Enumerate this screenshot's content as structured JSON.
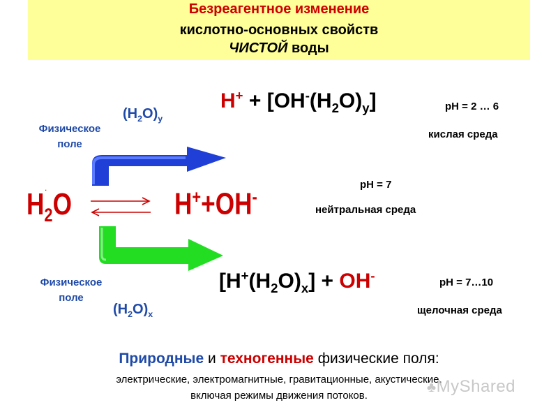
{
  "title": {
    "line1": "Безреагентное изменение",
    "line2": "кислотно-основных свойств",
    "line3_bold": "ЧИСТОЙ",
    "line3_rest": " воды"
  },
  "top_reaction": {
    "h": "H",
    "h_sup": "+",
    "plus": " + [OH",
    "oh_sup": "-",
    "paren_open": "(H",
    "two": "2",
    "o_close": "O)",
    "y": "y",
    "bracket_close": "]"
  },
  "top_cluster": {
    "open": "(H",
    "two": "2",
    "close": "O)",
    "sub": "y"
  },
  "top_field": {
    "line1": "Физическое",
    "line2": "поле"
  },
  "ph_acid": {
    "value": "pH = 2 … 6",
    "label": "кислая среда"
  },
  "center": {
    "h2o_h": "H",
    "h2o_two": "2",
    "h2o_o": "O",
    "ions": "H",
    "ions_plus": "+",
    "ions_oh": "+OH",
    "ions_minus": "-",
    "dot": "."
  },
  "ph_neutral": {
    "value": "pH = 7",
    "label": "нейтральная среда"
  },
  "bottom_reaction": {
    "open": "[H",
    "h_sup": "+",
    "paren": "(H",
    "two": "2",
    "o_close": "O)",
    "x": "x",
    "bracket_plus": "] + ",
    "oh": "OH",
    "oh_sup": "-"
  },
  "bottom_cluster": {
    "open": "(H",
    "two": "2",
    "close": "O)",
    "sub": "x"
  },
  "bottom_field": {
    "line1": "Физическое",
    "line2": "поле"
  },
  "ph_alkaline": {
    "value": "pH = 7…10",
    "label": "щелочная среда"
  },
  "footer": {
    "natural": "Природные",
    "and": " и ",
    "technogenic": "техногенные",
    "rest": " физические поля:",
    "line2": "электрические, электромагнитные, гравитационные, акустические,",
    "line3": "включая режимы движения потоков."
  },
  "watermark": "MyShared",
  "colors": {
    "blue_arrow": "#1f3fd6",
    "green_arrow": "#22dd22",
    "red": "#cc0000",
    "header_bg": "#ffff99"
  }
}
